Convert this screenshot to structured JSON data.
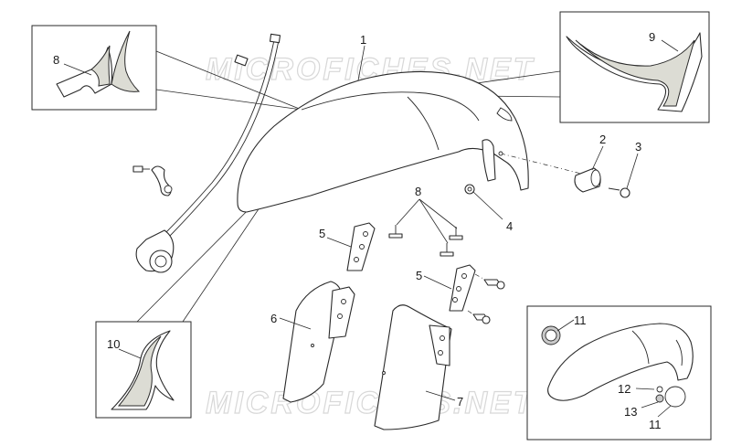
{
  "watermark": "MICROFICHES.NET",
  "callouts": [
    "1",
    "2",
    "3",
    "4",
    "5",
    "5",
    "6",
    "7",
    "8",
    "8",
    "9",
    "10",
    "11",
    "11",
    "12",
    "13"
  ],
  "colors": {
    "line": "#2a2a2a",
    "tape": "#dcdcd4",
    "watermark": "#d8d8d8"
  }
}
